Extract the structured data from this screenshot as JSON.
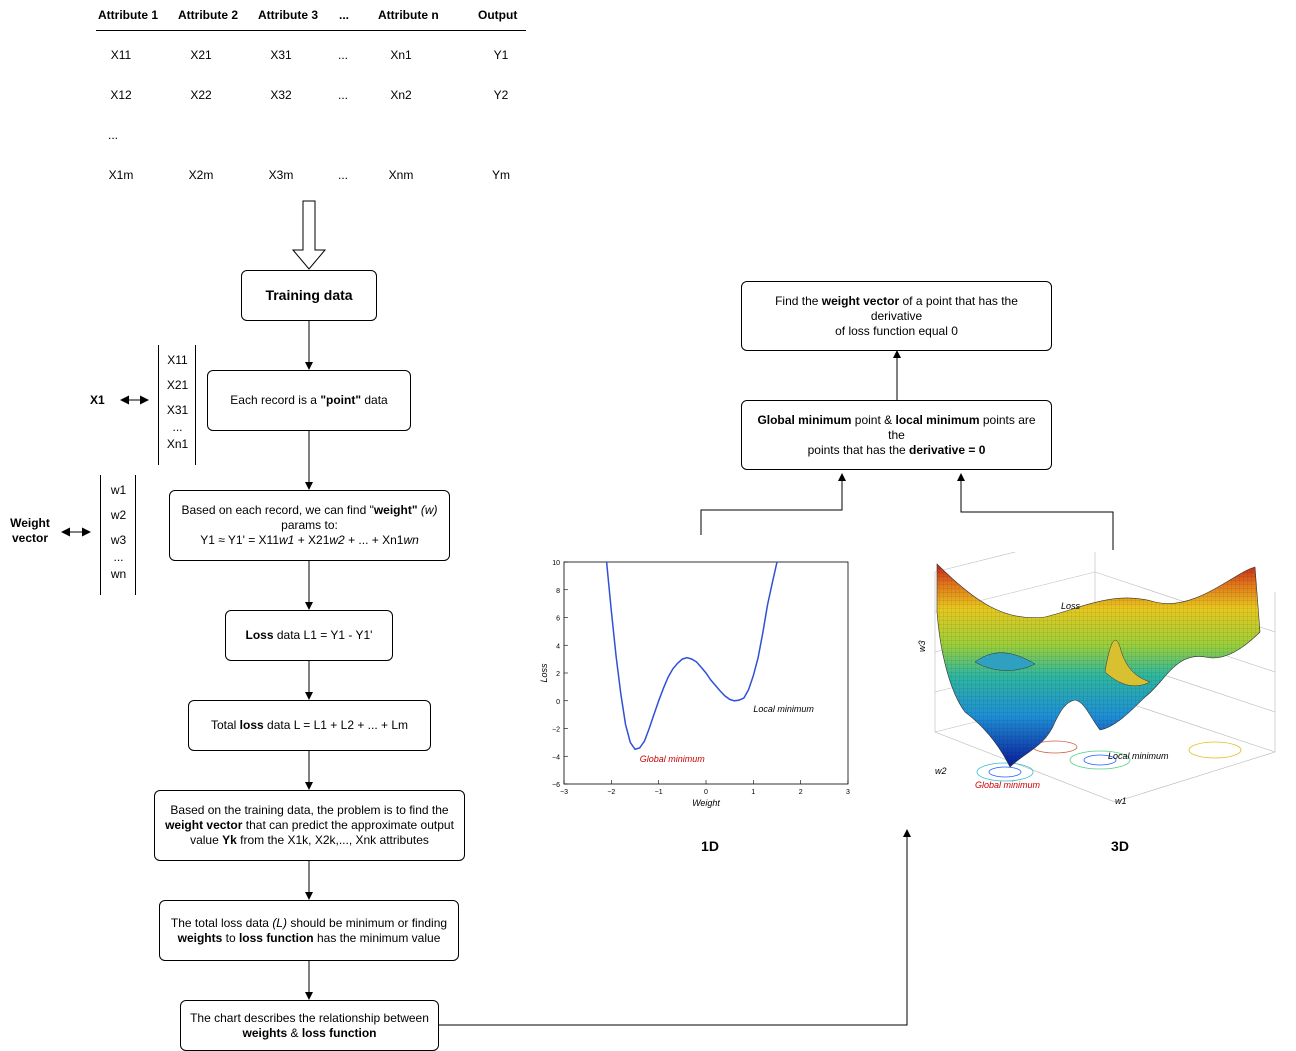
{
  "table": {
    "headers": [
      "Attribute 1",
      "Attribute 2",
      "Attribute 3",
      "...",
      "Attribute n",
      "Output"
    ],
    "rows": [
      [
        "X11",
        "X21",
        "X31",
        "...",
        "Xn1",
        "Y1"
      ],
      [
        "X12",
        "X22",
        "X32",
        "...",
        "Xn2",
        "Y2"
      ],
      [
        "...",
        "",
        "",
        "",
        "",
        ""
      ],
      [
        "X1m",
        "X2m",
        "X3m",
        "...",
        "Xnm",
        "Ym"
      ]
    ]
  },
  "flow": {
    "training": "Training data",
    "record": {
      "pre": "Each record is a ",
      "bold": "\"point\"",
      "post": " data"
    },
    "weight": {
      "pre": "Based on each record, we can find \"",
      "bold": "weight\"",
      "italic": " (w)",
      "line2": "params to:",
      "eq_a": "Y1 ≈ Y1' = X11",
      "w1": "w1",
      "eq_b": " + X21",
      "w2": "w2",
      "eq_c": " + ... + Xn1",
      "wn": "wn"
    },
    "loss": {
      "bold": "Loss",
      "post": " data L1 = Y1 - Y1'"
    },
    "total": {
      "pre": "Total ",
      "bold": "loss",
      "post": " data L = L1 + L2 + ... + Lm"
    },
    "problem": {
      "l1": "Based on the training data, the problem is to find the",
      "b1": "weight vector",
      "l2": " that can predict the approximate output",
      "l3a": "value ",
      "b2": "Yk",
      "l3b": " from the X1k, X2k,..., Xnk attributes"
    },
    "minimum": {
      "l1a": "The total loss data ",
      "i1": "(L)",
      "l1b": " should be minimum or finding",
      "b1": "weights",
      "l2a": " to ",
      "b2": "loss function",
      "l2b": " has the minimum value"
    },
    "chart_desc": {
      "l1": "The chart describes the relationship between",
      "b1": "weights",
      "mid": " & ",
      "b2": "loss function"
    }
  },
  "x1_side": {
    "label": "X1",
    "items": [
      "X11",
      "X21",
      "X31",
      "...",
      "Xn1"
    ]
  },
  "w_side": {
    "label_l1": "Weight",
    "label_l2": "vector",
    "items": [
      "w1",
      "w2",
      "w3",
      "...",
      "wn"
    ]
  },
  "right": {
    "find": {
      "pre": "Find the ",
      "bold": "weight vector",
      "post": " of a point that has the derivative",
      "l2": "of loss function equal 0"
    },
    "global": {
      "b1": "Global minimum",
      "t1": " point & ",
      "b2": "local minimum",
      "t2": " points are the",
      "l2a": "points that has the ",
      "b3": "derivative = 0"
    },
    "label_1d": "1D",
    "label_3d": "3D"
  },
  "plot3d": {
    "zlabel": "Loss",
    "ylabel": "w3",
    "axis_w2": "w2",
    "axis_w1": "w1",
    "local": "Local minimum",
    "global": "Global minimum"
  },
  "chart_data": {
    "type": "line",
    "xlabel": "Weight",
    "ylabel": "Loss",
    "xlim": [
      -3,
      3
    ],
    "ylim": [
      -6,
      10
    ],
    "xticks": [
      "−3",
      "−2",
      "−1",
      "0",
      "1",
      "2",
      "3"
    ],
    "yticks": [
      "10",
      "8",
      "6",
      "4",
      "2",
      "0",
      "−2",
      "−4",
      "−6"
    ],
    "series": [
      {
        "x": [
          -2.1,
          -2.0,
          -1.9,
          -1.8,
          -1.7,
          -1.6,
          -1.5,
          -1.4,
          -1.3,
          -1.2,
          -1.1,
          -1.0,
          -0.9,
          -0.8,
          -0.7,
          -0.6,
          -0.5,
          -0.4,
          -0.3,
          -0.2,
          -0.1,
          0.0,
          0.1,
          0.2,
          0.3,
          0.4,
          0.5,
          0.6,
          0.7,
          0.8,
          0.9,
          1.0,
          1.1,
          1.2,
          1.3,
          1.4,
          1.5
        ],
        "y": [
          10.0,
          6.5,
          3.2,
          0.5,
          -1.7,
          -3.0,
          -3.5,
          -3.4,
          -2.9,
          -2.0,
          -1.0,
          0.0,
          0.9,
          1.7,
          2.3,
          2.7,
          3.0,
          3.1,
          3.0,
          2.8,
          2.4,
          2.0,
          1.5,
          1.1,
          0.7,
          0.35,
          0.1,
          0.0,
          0.05,
          0.2,
          0.8,
          1.8,
          3.1,
          4.9,
          6.9,
          8.5,
          10.0
        ]
      }
    ],
    "annotations": [
      {
        "text": "Local minimum",
        "x": 1.0,
        "y": -0.8,
        "color": "#000000"
      },
      {
        "text": "Global minimum",
        "x": -1.4,
        "y": -4.4,
        "color": "#cc0000"
      }
    ]
  }
}
